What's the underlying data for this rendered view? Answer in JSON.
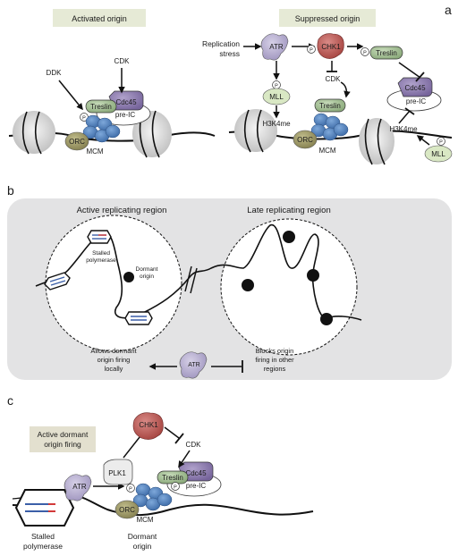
{
  "panels": {
    "a": {
      "label": "a",
      "left_title": "Activated origin",
      "right_title": "Suppressed origin",
      "ddk": "DDK",
      "cdk_left": "CDK",
      "treslin": "Treslin",
      "cdc45": "Cdc45",
      "pre_ic": "pre-IC",
      "orc": "ORC",
      "mcm": "MCM",
      "p": "P",
      "replication_stress_1": "Replication",
      "replication_stress_2": "stress",
      "atr": "ATR",
      "chk1": "CHK1",
      "mll": "MLL",
      "h3k4me": "H3K4me",
      "cdk_right": "CDK"
    },
    "b": {
      "label": "b",
      "active_title": "Active replicating region",
      "late_title": "Late replicating region",
      "stalled_1": "Stalled",
      "stalled_2": "polymerase",
      "dormant_1": "Dormant",
      "dormant_2": "origin",
      "atr": "ATR",
      "allows_1": "Allows dormant",
      "allows_2": "origin firing",
      "allows_3": "locally",
      "blocks_1": "Blocks origin",
      "blocks_2": "firing in other",
      "blocks_3": "regions"
    },
    "c": {
      "label": "c",
      "box_1": "Active dormant",
      "box_2": "origin firing",
      "chk1": "CHK1",
      "cdk": "CDK",
      "atr": "ATR",
      "plk1": "PLK1",
      "treslin": "Treslin",
      "cdc45": "Cdc45",
      "pre_ic": "pre-IC",
      "orc": "ORC",
      "mcm": "MCM",
      "p": "P",
      "stalled_1": "Stalled",
      "stalled_2": "polymerase",
      "dormant_1": "Dormant",
      "dormant_2": "origin"
    }
  },
  "colors": {
    "atr": "#b7aed0",
    "chk1": "#c0504d",
    "mll": "#d9e8c4",
    "treslin": "#a9c29a",
    "cdc45": "#8e7bae",
    "orc": "#9b9766",
    "mcm": "#4d7fbe",
    "panel_b_bg": "#e3e3e4",
    "title_box": "#e6ead6",
    "box_c": "#e3e0cf"
  }
}
